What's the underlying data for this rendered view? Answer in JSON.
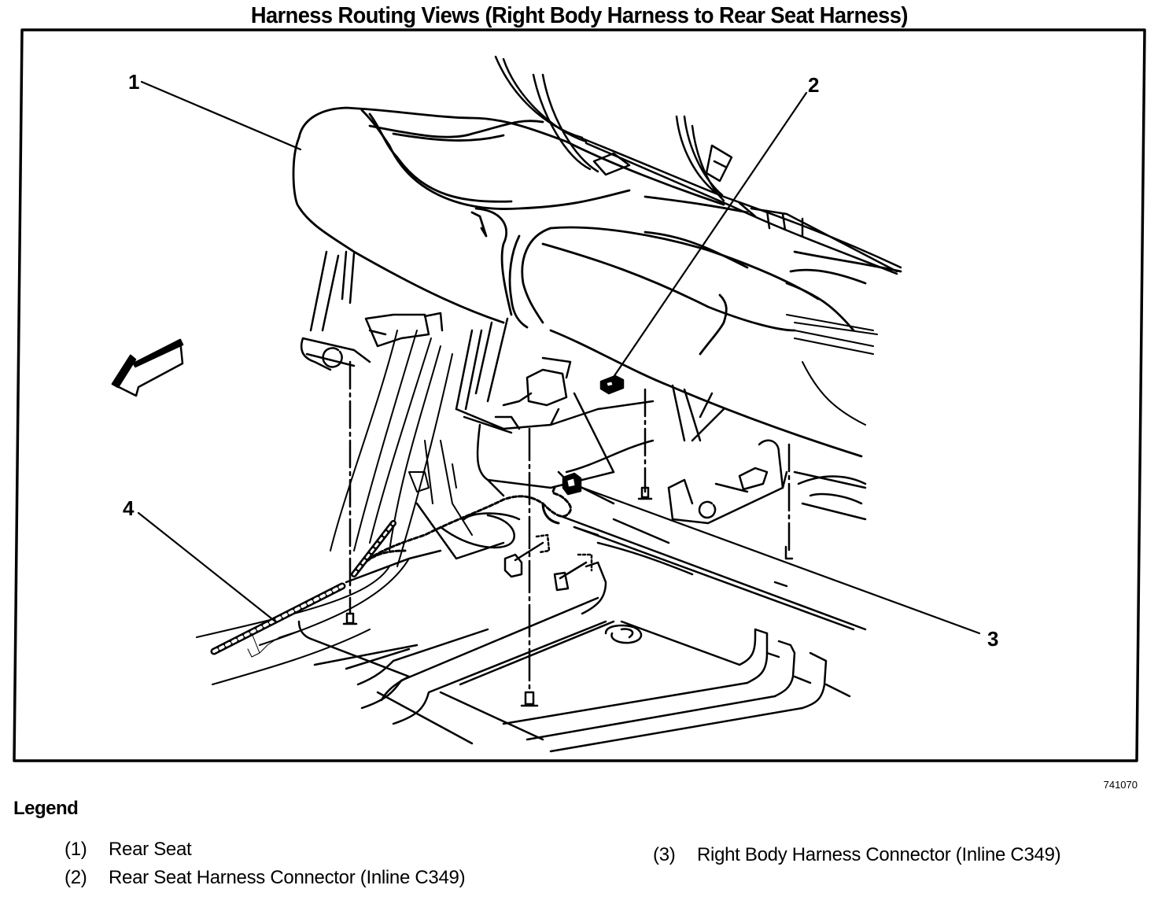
{
  "title": "Harness Routing Views (Right Body Harness to Rear Seat Harness)",
  "figure_number": "741070",
  "callouts": [
    "1",
    "2",
    "3",
    "4"
  ],
  "legend": {
    "heading": "Legend",
    "items": [
      {
        "num": "(1)",
        "label": "Rear Seat"
      },
      {
        "num": "(2)",
        "label": "Rear Seat Harness Connector (Inline C349)"
      },
      {
        "num": "(3)",
        "label": "Right Body Harness Connector (Inline C349)"
      }
    ]
  },
  "icons": {
    "direction_arrow": "forward-arrow-icon"
  },
  "colors": {
    "line": "#000000",
    "background": "#ffffff"
  }
}
